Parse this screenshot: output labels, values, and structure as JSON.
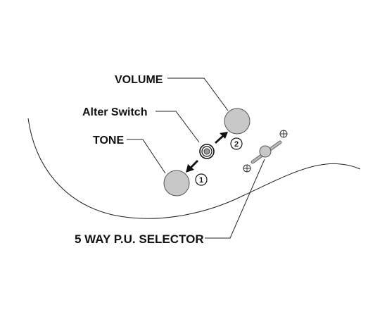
{
  "labels": {
    "volume": "VOLUME",
    "alter_switch": "Alter Switch",
    "tone": "TONE",
    "selector": "5 WAY P.U. SELECTOR"
  },
  "steps": {
    "one": "1",
    "two": "2"
  },
  "colors": {
    "knob_fill": "#c8c8c8",
    "line": "#222222",
    "text": "#111111"
  },
  "icons": {
    "arrow_1": "arrow-down-left-icon",
    "arrow_2": "arrow-up-right-icon",
    "screw": "screw-icon"
  }
}
